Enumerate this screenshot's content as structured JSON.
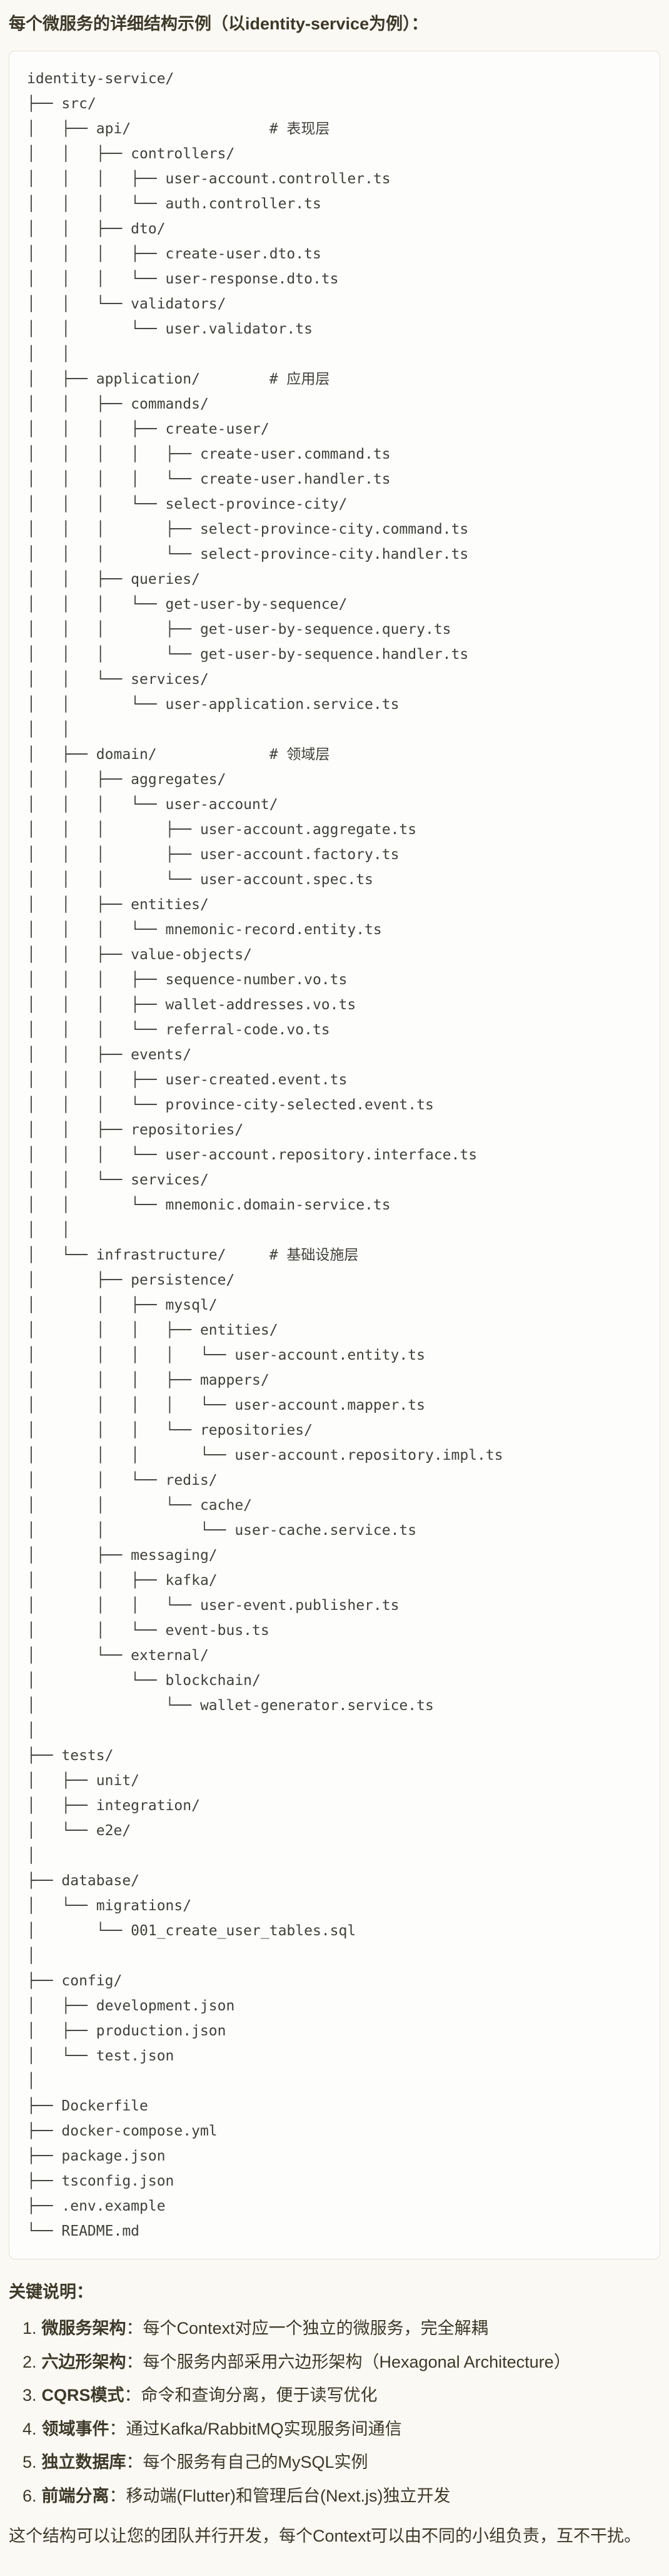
{
  "colors": {
    "page_bg": "#faf9f4",
    "code_bg": "#fdfdfb",
    "code_border": "#e3e1d7",
    "text": "#3d3929",
    "code_text": "#41403b"
  },
  "page": {
    "title": "每个微服务的详细结构示例（以identity-service为例）："
  },
  "code_block": {
    "language": "text",
    "lines": [
      "identity-service/",
      "├── src/",
      "│   ├── api/                # 表现层",
      "│   │   ├── controllers/",
      "│   │   │   ├── user-account.controller.ts",
      "│   │   │   └── auth.controller.ts",
      "│   │   ├── dto/",
      "│   │   │   ├── create-user.dto.ts",
      "│   │   │   └── user-response.dto.ts",
      "│   │   └── validators/",
      "│   │       └── user.validator.ts",
      "│   │",
      "│   ├── application/        # 应用层",
      "│   │   ├── commands/",
      "│   │   │   ├── create-user/",
      "│   │   │   │   ├── create-user.command.ts",
      "│   │   │   │   └── create-user.handler.ts",
      "│   │   │   └── select-province-city/",
      "│   │   │       ├── select-province-city.command.ts",
      "│   │   │       └── select-province-city.handler.ts",
      "│   │   ├── queries/",
      "│   │   │   └── get-user-by-sequence/",
      "│   │   │       ├── get-user-by-sequence.query.ts",
      "│   │   │       └── get-user-by-sequence.handler.ts",
      "│   │   └── services/",
      "│   │       └── user-application.service.ts",
      "│   │",
      "│   ├── domain/             # 领域层",
      "│   │   ├── aggregates/",
      "│   │   │   └── user-account/",
      "│   │   │       ├── user-account.aggregate.ts",
      "│   │   │       ├── user-account.factory.ts",
      "│   │   │       └── user-account.spec.ts",
      "│   │   ├── entities/",
      "│   │   │   └── mnemonic-record.entity.ts",
      "│   │   ├── value-objects/",
      "│   │   │   ├── sequence-number.vo.ts",
      "│   │   │   ├── wallet-addresses.vo.ts",
      "│   │   │   └── referral-code.vo.ts",
      "│   │   ├── events/",
      "│   │   │   ├── user-created.event.ts",
      "│   │   │   └── province-city-selected.event.ts",
      "│   │   ├── repositories/",
      "│   │   │   └── user-account.repository.interface.ts",
      "│   │   └── services/",
      "│   │       └── mnemonic.domain-service.ts",
      "│   │",
      "│   └── infrastructure/     # 基础设施层",
      "│       ├── persistence/",
      "│       │   ├── mysql/",
      "│       │   │   ├── entities/",
      "│       │   │   │   └── user-account.entity.ts",
      "│       │   │   ├── mappers/",
      "│       │   │   │   └── user-account.mapper.ts",
      "│       │   │   └── repositories/",
      "│       │   │       └── user-account.repository.impl.ts",
      "│       │   └── redis/",
      "│       │       └── cache/",
      "│       │           └── user-cache.service.ts",
      "│       ├── messaging/",
      "│       │   ├── kafka/",
      "│       │   │   └── user-event.publisher.ts",
      "│       │   └── event-bus.ts",
      "│       └── external/",
      "│           └── blockchain/",
      "│               └── wallet-generator.service.ts",
      "│",
      "├── tests/",
      "│   ├── unit/",
      "│   ├── integration/",
      "│   └── e2e/",
      "│",
      "├── database/",
      "│   └── migrations/",
      "│       └── 001_create_user_tables.sql",
      "│",
      "├── config/",
      "│   ├── development.json",
      "│   ├── production.json",
      "│   └── test.json",
      "│",
      "├── Dockerfile",
      "├── docker-compose.yml",
      "├── package.json",
      "├── tsconfig.json",
      "├── .env.example",
      "└── README.md"
    ]
  },
  "notes": {
    "heading": "关键说明：",
    "items": [
      {
        "number": "1.",
        "term": "微服务架构",
        "desc": "：每个Context对应一个独立的微服务，完全解耦"
      },
      {
        "number": "2.",
        "term": "六边形架构",
        "desc": "：每个服务内部采用六边形架构（Hexagonal Architecture）"
      },
      {
        "number": "3.",
        "term": "CQRS模式",
        "desc": "：命令和查询分离，便于读写优化"
      },
      {
        "number": "4.",
        "term": "领域事件",
        "desc": "：通过Kafka/RabbitMQ实现服务间通信"
      },
      {
        "number": "5.",
        "term": "独立数据库",
        "desc": "：每个服务有自己的MySQL实例"
      },
      {
        "number": "6.",
        "term": "前端分离",
        "desc": "：移动端(Flutter)和管理后台(Next.js)独立开发"
      }
    ],
    "footer": "这个结构可以让您的团队并行开发，每个Context可以由不同的小组负责，互不干扰。"
  }
}
